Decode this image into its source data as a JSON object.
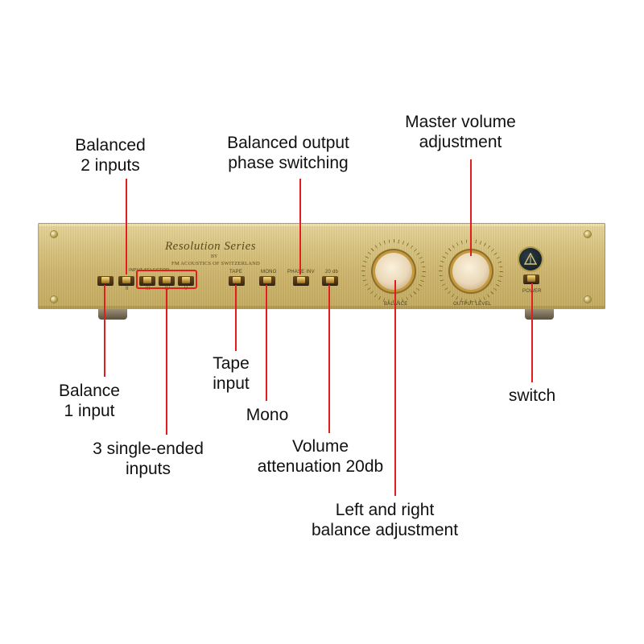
{
  "panel": {
    "series": "Resolution Series",
    "by": "BY",
    "maker": "FM ACOUSTICS OF SWITZERLAND",
    "input_selector": "INPUT SELECTOR",
    "sel_marks": [
      "II",
      "III",
      "IV",
      "V"
    ],
    "switch_labels": {
      "tape": "TAPE",
      "mono": "MONO",
      "phase": "PHASE INV",
      "db": "20 db",
      "balance": "BALANCE",
      "output": "OUTPUT LEVEL",
      "power": "POWER"
    }
  },
  "callouts": {
    "balanced2": [
      "Balanced",
      "2 inputs"
    ],
    "phase": [
      "Balanced output",
      "phase switching"
    ],
    "master": [
      "Master volume",
      "adjustment"
    ],
    "balance1": [
      "Balance",
      "1 input"
    ],
    "single3": [
      "3 single-ended",
      "inputs"
    ],
    "tape": [
      "Tape",
      "input"
    ],
    "mono": [
      "Mono"
    ],
    "atten": [
      "Volume",
      "attenuation 20db"
    ],
    "lr": [
      "Left and right",
      "balance adjustment"
    ],
    "switch": [
      "switch"
    ]
  },
  "colors": {
    "accent_red": "#e11d1d",
    "panel_gold": "#d3bd76"
  }
}
